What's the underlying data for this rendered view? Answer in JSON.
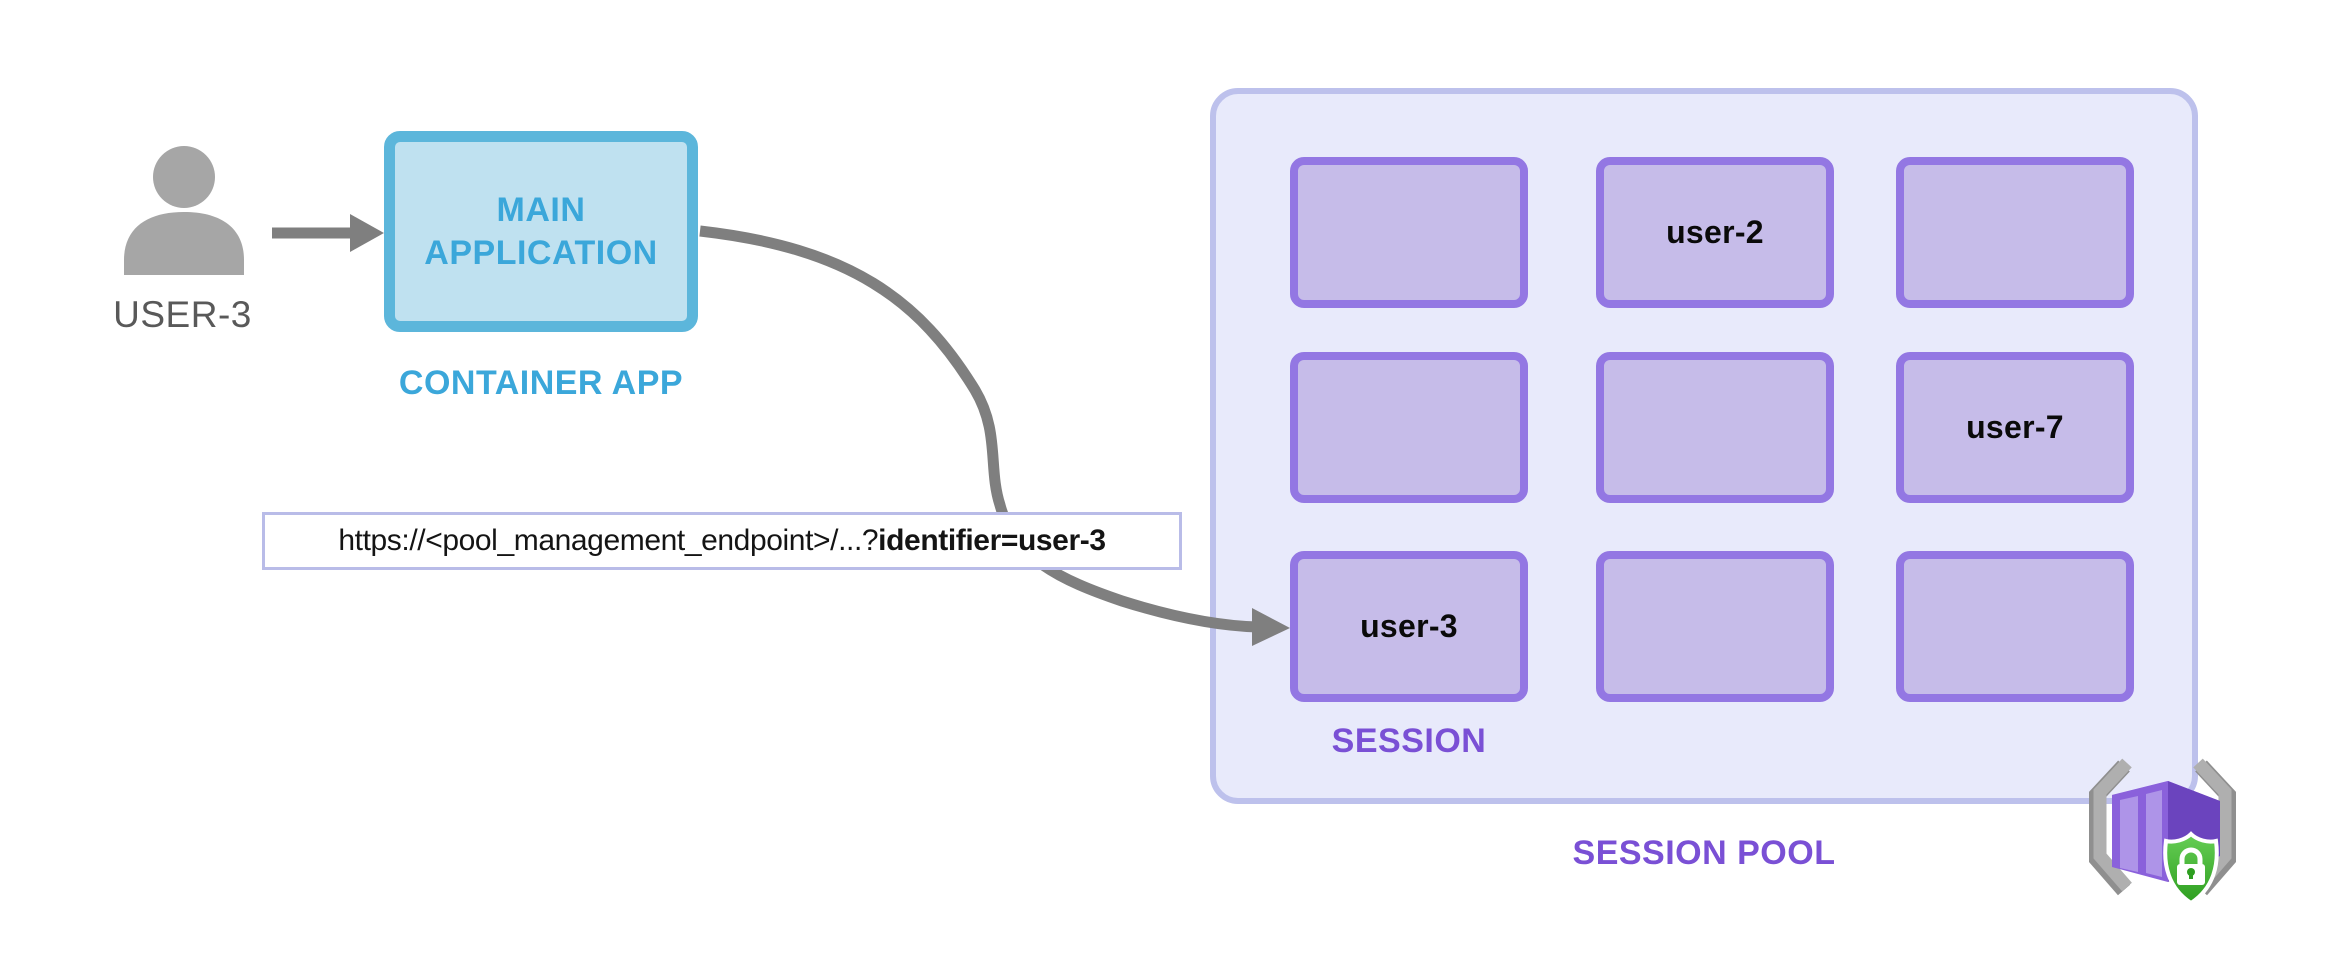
{
  "user": {
    "label": "USER-3"
  },
  "container_app": {
    "label": "MAIN APPLICATION",
    "caption": "CONTAINER APP"
  },
  "request_url": {
    "prefix": "https://<pool_management_endpoint>/...?",
    "highlight": "identifier=user-3"
  },
  "session_pool": {
    "caption": "SESSION POOL",
    "session_label": "SESSION",
    "sessions": [
      {
        "label": ""
      },
      {
        "label": "user-2"
      },
      {
        "label": ""
      },
      {
        "label": ""
      },
      {
        "label": ""
      },
      {
        "label": "user-7"
      },
      {
        "label": "user-3"
      },
      {
        "label": ""
      },
      {
        "label": ""
      }
    ]
  },
  "icons": {
    "user": "person-icon",
    "badge": "container-apps-secure-sessions-icon"
  },
  "colors": {
    "container_app_fill": "#BFE1F0",
    "container_app_border": "#5CB6DB",
    "container_app_text": "#3BA7DA",
    "pool_fill": "#E8EAFB",
    "pool_border": "#BDC1EC",
    "session_fill": "#C6BCE9",
    "session_border": "#9377E3",
    "pool_label_text": "#7A50D5",
    "arrow_gray": "#7F7F7F",
    "user_icon_gray": "#A6A6A6",
    "user_label_text": "#595959",
    "url_box_border": "#B9BCE8",
    "badge_purple": "#8A61DB",
    "badge_green": "#4CBD3C",
    "badge_bracket_gray": "#A9A9A9"
  }
}
